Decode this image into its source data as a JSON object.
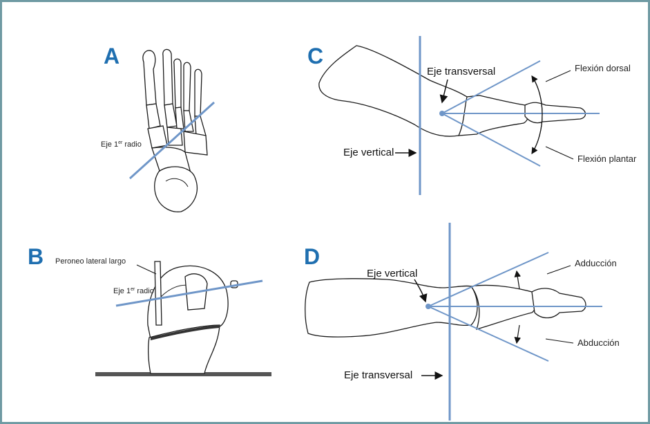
{
  "colors": {
    "border": "#6f9aa3",
    "letter": "#1f6fb0",
    "axis": "#6f96c8",
    "ink": "#1a1a1a",
    "ground": "#555555"
  },
  "panels": {
    "a": {
      "letter": "A",
      "axis_label_main": "Eje 1",
      "axis_label_sup": "er",
      "axis_label_tail": " radio"
    },
    "b": {
      "letter": "B",
      "muscle_label": "Peroneo lateral largo",
      "axis_label_main": "Eje 1",
      "axis_label_sup": "er",
      "axis_label_tail": " radio"
    },
    "c": {
      "letter": "C",
      "transverse_axis": "Eje transversal",
      "vertical_axis": "Eje vertical",
      "dorsal": "Flexión dorsal",
      "plantar": "Flexión plantar"
    },
    "d": {
      "letter": "D",
      "vertical_axis": "Eje vertical",
      "transverse_axis": "Eje transversal",
      "adduction": "Adducción",
      "abduction": "Abducción"
    }
  }
}
